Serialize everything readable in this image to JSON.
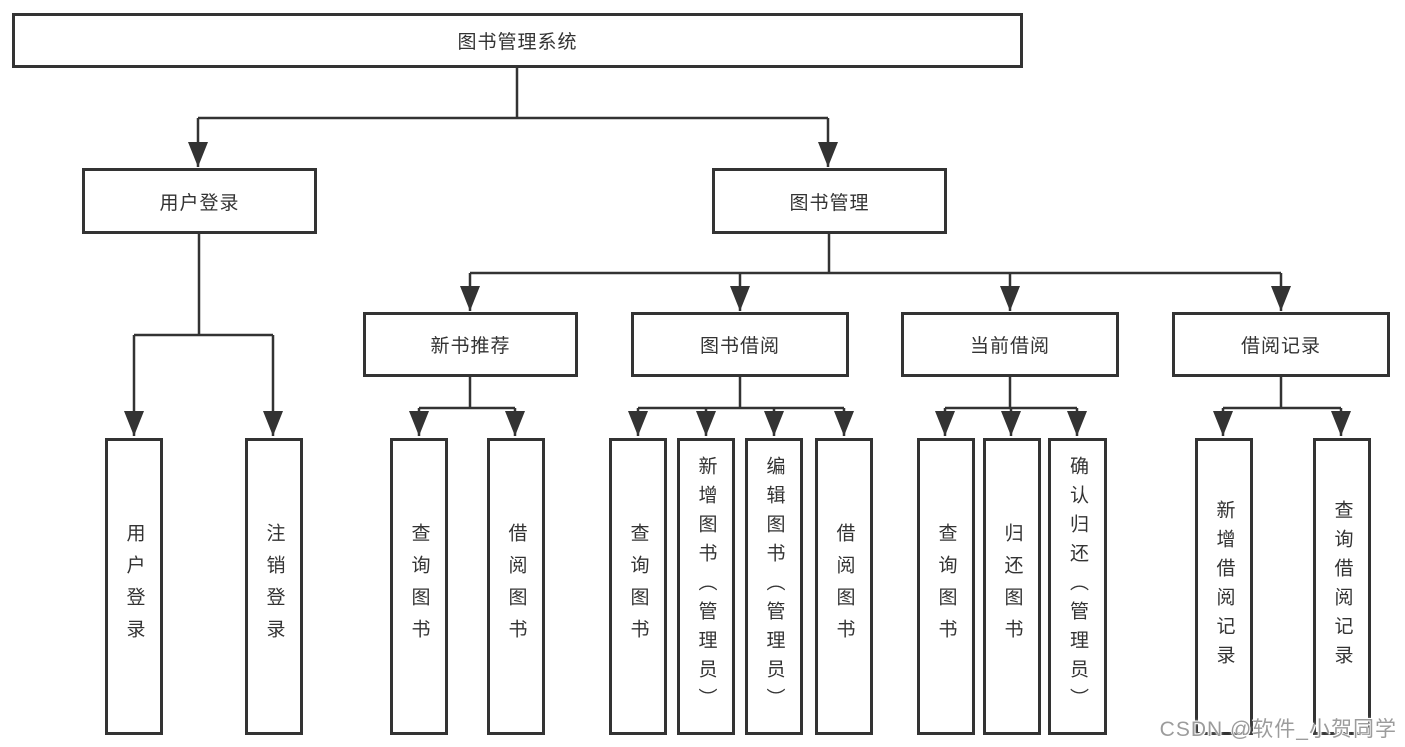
{
  "nodes": {
    "root": {
      "label": "图书管理系统"
    },
    "user_login": {
      "label": "用户登录",
      "children": [
        "用户登录",
        "注销登录"
      ]
    },
    "book_management": {
      "label": "图书管理"
    },
    "new_book_recommend": {
      "label": "新书推荐",
      "children": [
        "查询图书",
        "借阅图书"
      ]
    },
    "book_borrow": {
      "label": "图书借阅",
      "children": [
        "查询图书",
        "新增图书（管理员）",
        "编辑图书（管理员）",
        "借阅图书"
      ]
    },
    "current_borrow": {
      "label": "当前借阅",
      "children": [
        "查询图书",
        "归还图书",
        "确认归还（管理员）"
      ]
    },
    "borrow_record": {
      "label": "借阅记录",
      "children": [
        "新增借阅记录",
        "查询借阅记录"
      ]
    }
  },
  "watermark": "CSDN @软件_小贺同学",
  "colors": {
    "line": "#333333",
    "text": "#333333",
    "watermark": "#9c9c9c",
    "background": "#ffffff"
  }
}
